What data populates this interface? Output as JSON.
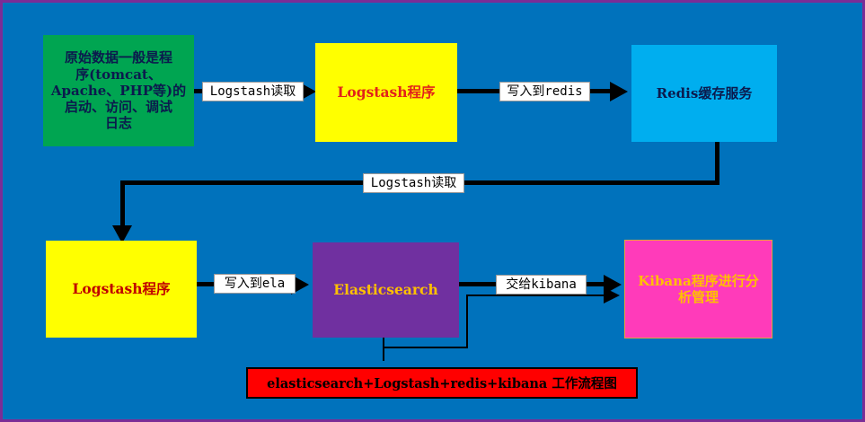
{
  "diagram": {
    "background_color": "#0072BC",
    "border_color": "#7B2D96",
    "title": "elasticsearch+Logstash+redis+kibana  工作流程图",
    "nodes": [
      {
        "id": "source",
        "label": "原始数据一般是程序(tomcat、Apache、PHP等)的启动、访问、调试日志",
        "lines": [
          "原始数据一般是程",
          "序(tomcat、",
          "Apache、PHP等)的",
          "启动、访问、调试",
          "日志"
        ],
        "fill": "#00A551",
        "text_color": "#0b1a4d"
      },
      {
        "id": "logstash-1",
        "label": "Logstash程序",
        "fill": "#FFFF00",
        "text_color": "#E2231A"
      },
      {
        "id": "redis",
        "label": "Redis缓存服务",
        "fill": "#00AEEF",
        "text_color": "#0b1a4d"
      },
      {
        "id": "logstash-2",
        "label": "Logstash程序",
        "fill": "#FFFF00",
        "text_color": "#C00000"
      },
      {
        "id": "elasticsearch",
        "label": "Elasticsearch",
        "fill": "#7030A0",
        "text_color": "#FFC000"
      },
      {
        "id": "kibana",
        "label": "Kibana程序进行分析管理",
        "lines": [
          "Kibana程序进行分",
          "析管理"
        ],
        "fill": "#FF3BBA",
        "border": "#E8A33D",
        "text_color": "#FFC000"
      }
    ],
    "edges": [
      {
        "id": "read-1",
        "label": "Logstash读取",
        "from": "source",
        "to": "logstash-1"
      },
      {
        "id": "write-redis",
        "label": "写入到redis",
        "from": "logstash-1",
        "to": "redis"
      },
      {
        "id": "read-2",
        "label": "Logstash读取",
        "from": "redis",
        "to": "logstash-2"
      },
      {
        "id": "write-ela",
        "label": "写入到ela",
        "from": "logstash-2",
        "to": "elasticsearch"
      },
      {
        "id": "to-kibana",
        "label": "交给kibana",
        "from": "elasticsearch",
        "to": "kibana"
      }
    ]
  }
}
